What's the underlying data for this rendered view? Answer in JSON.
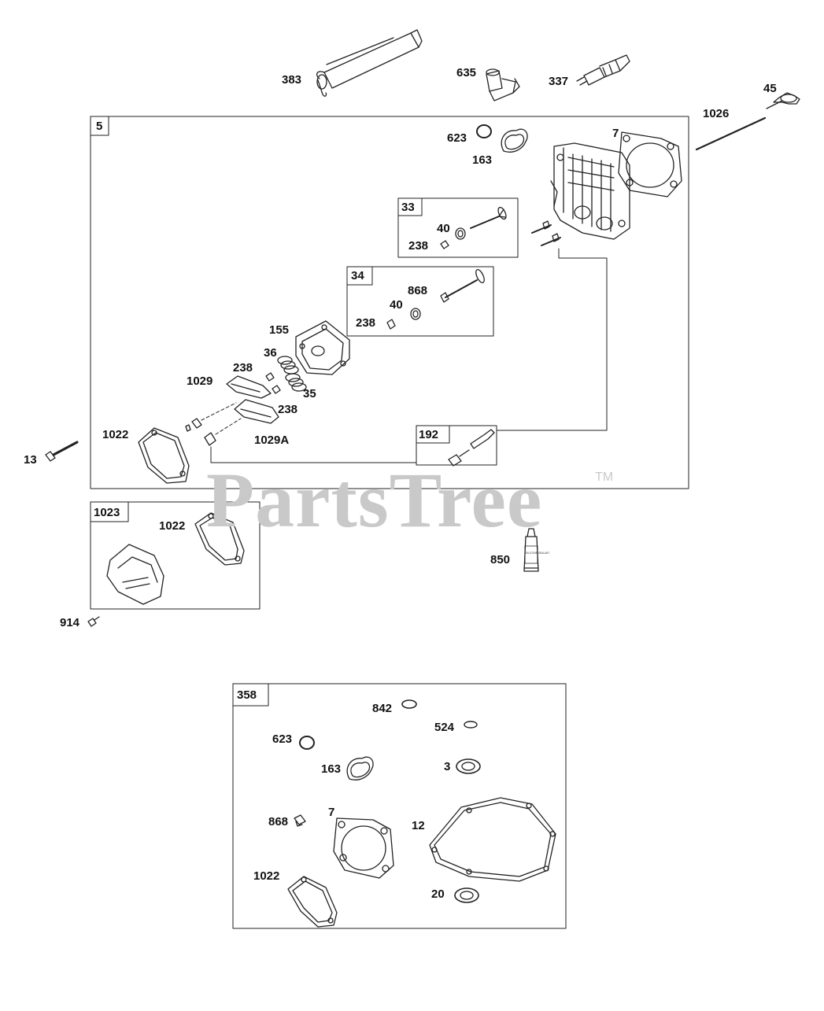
{
  "watermark": {
    "text": "PartsTree",
    "tm": "TM"
  },
  "tube_label": "SILICONE SEALANT",
  "boxes": {
    "b5": "5",
    "b33": "33",
    "b34": "34",
    "b192": "192",
    "b1023": "1023",
    "b358": "358"
  },
  "labels": {
    "l383": "383",
    "l635": "635",
    "l337": "337",
    "l45": "45",
    "l1026": "1026",
    "l623a": "623",
    "l163a": "163",
    "l7a": "7",
    "l40a": "40",
    "l238a": "238",
    "l868a": "868",
    "l40b": "40",
    "l238b": "238",
    "l155": "155",
    "l36": "36",
    "l238c": "238",
    "l35": "35",
    "l1029": "1029",
    "l238d": "238",
    "l1022a": "1022",
    "l1029A": "1029A",
    "l13": "13",
    "l1022b": "1022",
    "l850": "850",
    "l914": "914",
    "l842": "842",
    "l524": "524",
    "l623b": "623",
    "l163b": "163",
    "l3": "3",
    "l868b": "868",
    "l7b": "7",
    "l12": "12",
    "l1022c": "1022",
    "l20": "20"
  }
}
